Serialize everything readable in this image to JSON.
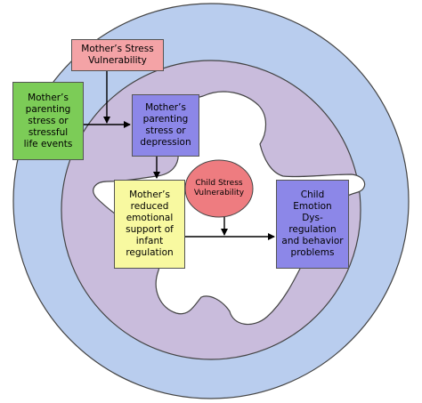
{
  "diagram": {
    "nodes": {
      "mothers_stress_vulnerability": [
        "Mother’s  Stress",
        "Vulnerability"
      ],
      "mothers_parenting_stress": [
        "Mother’s",
        "parenting",
        "stress or",
        "stressful",
        "life events"
      ],
      "mothers_parenting_depression": [
        "Mother’s",
        "parenting",
        "stress or",
        "depression"
      ],
      "mothers_reduced_support": [
        "Mother’s",
        "reduced",
        "emotional",
        "support of",
        "infant",
        "regulation"
      ],
      "child_stress_vulnerability": [
        "Child Stress",
        "Vulnerability"
      ],
      "child_emotion_dysregulation": [
        "Child",
        "Emotion",
        "Dys-",
        "regulation",
        "and behavior",
        "problems"
      ]
    },
    "colors": {
      "outer_ring": "#b9cdee",
      "inner_ring": "#c9bcdc",
      "child_shape": "#ffffff",
      "pink": "#f4a3a6",
      "green": "#7ccc57",
      "purple": "#8c87e8",
      "yellow": "#f8f9a0",
      "circle": "#ee7c80"
    }
  }
}
